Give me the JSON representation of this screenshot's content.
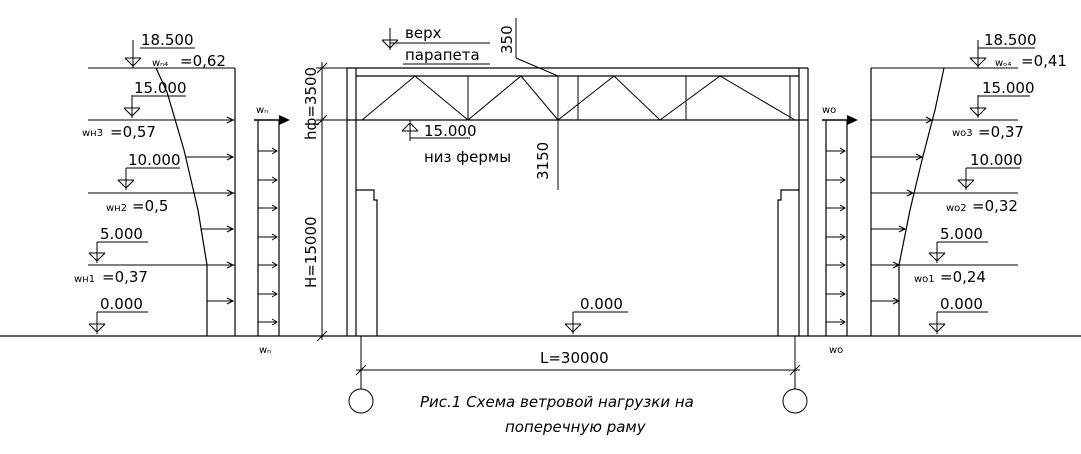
{
  "left": {
    "elevations": [
      "18.500",
      "15.000",
      "10.000",
      "5.000",
      "0.000"
    ],
    "coefs": {
      "w_top": {
        "sym": "wₙ₄",
        "value": "=0,62"
      },
      "w3": {
        "sym": "wн3",
        "value": "=0,57"
      },
      "w2": {
        "sym": "wн2",
        "value": "=0,5"
      },
      "w1": {
        "sym": "wн1",
        "value": "=0,37"
      }
    },
    "force_top": "wₙ",
    "force_bottom": "wₙ"
  },
  "right": {
    "elevations": [
      "18.500",
      "15.000",
      "10.000",
      "5.000",
      "0.000"
    ],
    "coefs": {
      "w_top": {
        "sym": "wₒ₄",
        "value": "=0,41"
      },
      "w3": {
        "sym": "wо3",
        "value": "=0,37"
      },
      "w2": {
        "sym": "wо2",
        "value": "=0,32"
      },
      "w1": {
        "sym": "wо1",
        "value": "=0,24"
      }
    },
    "force_top": "wо",
    "force_bottom": "wо"
  },
  "frame": {
    "parapet_label_1": "верх",
    "parapet_label_2": "парапета",
    "dim_350": "350",
    "truss_bottom_elev": "15.000",
    "truss_bottom_label": "низ фермы",
    "dim_3150": "3150",
    "dim_hf": "hф=3500",
    "dim_H": "H=15000",
    "floor_elev": "0.000",
    "span": "L=30000"
  },
  "caption": {
    "line1": "Рис.1 Схема ветровой нагрузки на",
    "line2": "поперечную раму"
  }
}
